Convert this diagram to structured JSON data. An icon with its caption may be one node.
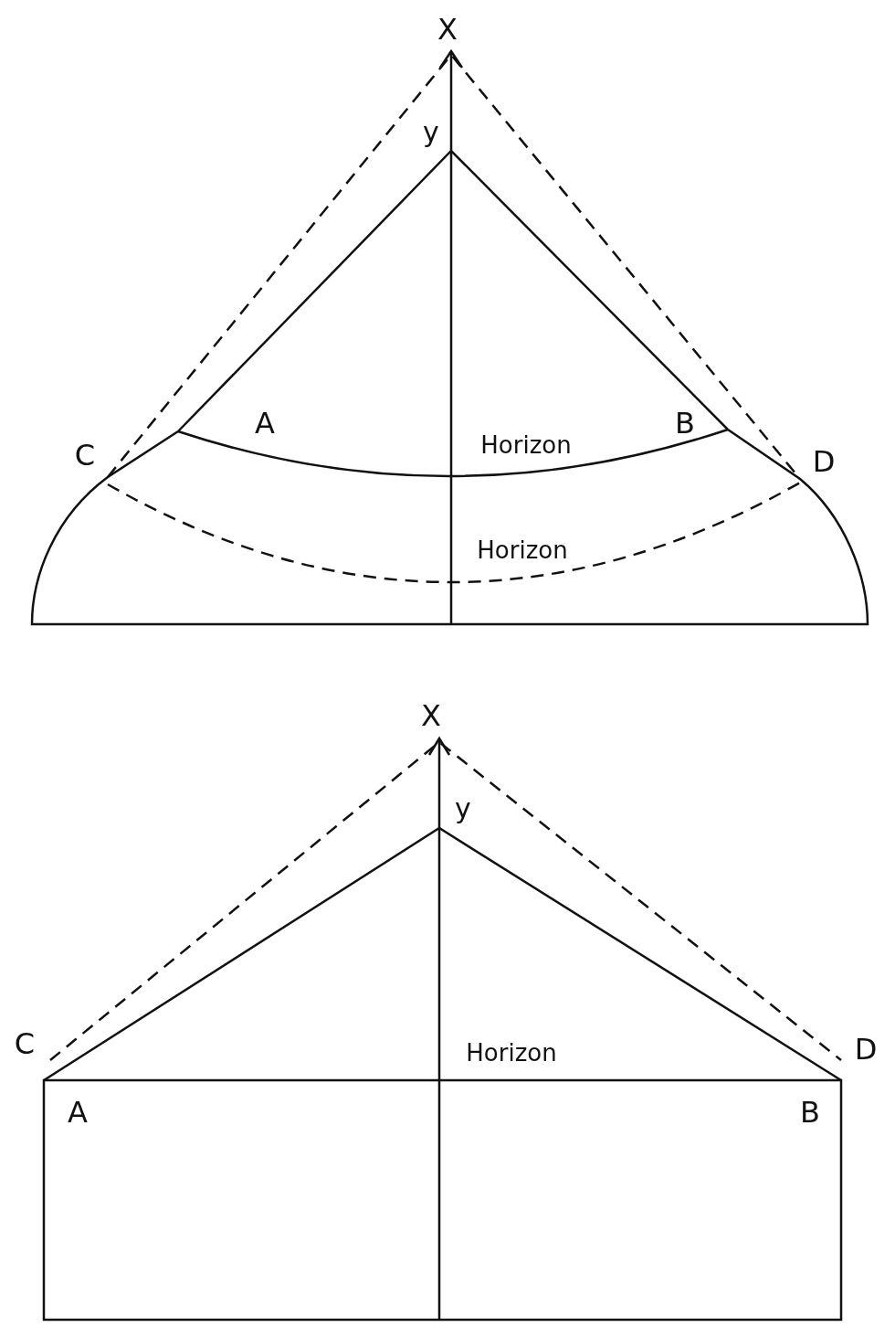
{
  "diagram": {
    "labels": [
      "X",
      "y",
      "A",
      "B",
      "Horizon",
      "C",
      "D",
      "Horizon",
      "X",
      "y",
      "C",
      "Horizon",
      "D",
      "A",
      "B"
    ]
  }
}
